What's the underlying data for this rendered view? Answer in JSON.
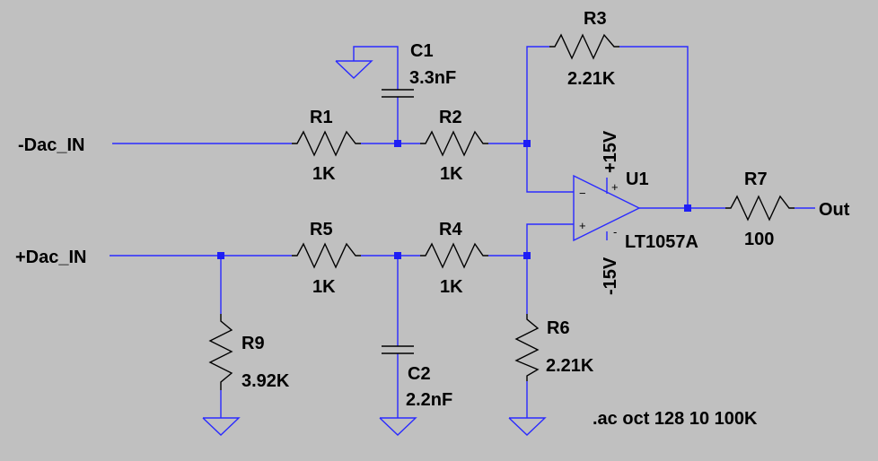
{
  "nets": {
    "in_neg": "-Dac_IN",
    "in_pos": "+Dac_IN",
    "out": "Out"
  },
  "components": {
    "r1": {
      "ref": "R1",
      "value": "1K"
    },
    "r2": {
      "ref": "R2",
      "value": "1K"
    },
    "r3": {
      "ref": "R3",
      "value": "2.21K"
    },
    "r4": {
      "ref": "R4",
      "value": "1K"
    },
    "r5": {
      "ref": "R5",
      "value": "1K"
    },
    "r6": {
      "ref": "R6",
      "value": "2.21K"
    },
    "r7": {
      "ref": "R7",
      "value": "100"
    },
    "r9": {
      "ref": "R9",
      "value": "3.92K"
    },
    "c1": {
      "ref": "C1",
      "value": "3.3nF"
    },
    "c2": {
      "ref": "C2",
      "value": "2.2nF"
    },
    "u1": {
      "ref": "U1",
      "value": "LT1057A",
      "v_pos": "+15V",
      "v_neg": "-15V",
      "pin_inv": "−",
      "pin_noninv": "+"
    }
  },
  "directive": ".ac oct 128 10 100K",
  "colors": {
    "background": "#c0c0c0",
    "wire": "#2a2aff",
    "component": "#000000",
    "junction": "#1e1ef5"
  }
}
